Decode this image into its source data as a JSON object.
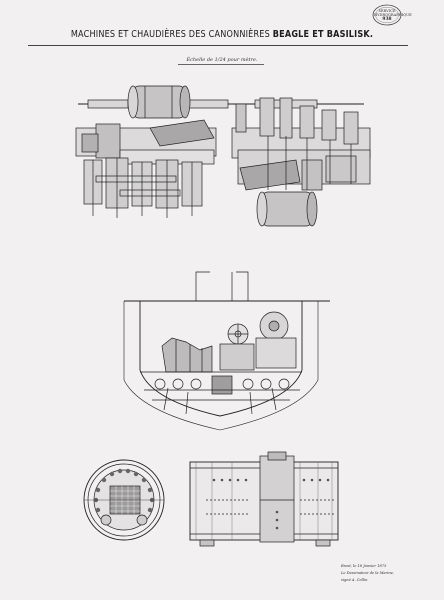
{
  "drawing": {
    "title_normal": "MACHINES ET CHAUDIÈRES DES CANONNIÈRES",
    "title_bold": "BEAGLE ET BASILISK.",
    "scale_note": "Échelle de 1/24 pour mètre.",
    "stamp": {
      "text": "SERVICE HYDROGRAPHIQUE",
      "number": "938"
    },
    "signature": {
      "line1": "Brest, le 18 Janvier 1875",
      "line2": "Le Dessinateur de la Marine,",
      "line3": "signé A. Collin."
    }
  }
}
